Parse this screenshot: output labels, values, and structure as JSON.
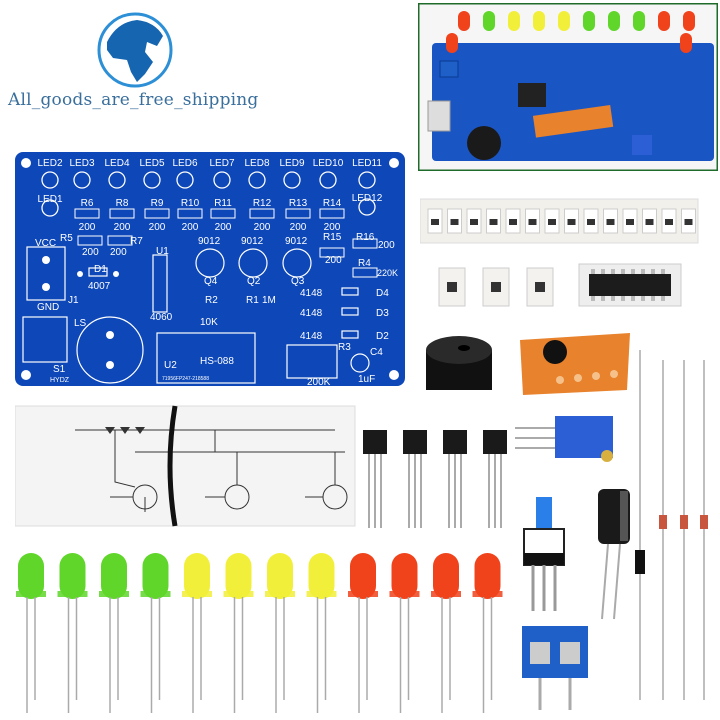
{
  "brand": {
    "logo": "globe-icon",
    "text": "All_goods_are_free_shipping",
    "color": "#1565b0"
  },
  "pcb": {
    "color": "#0d47b8",
    "led_labels": [
      "LED2",
      "LED3",
      "LED4",
      "LED5",
      "LED6",
      "LED7",
      "LED8",
      "LED9",
      "LED10",
      "LED11"
    ],
    "led1": "LED1",
    "led12": "LED12",
    "resistors_top": [
      "R6",
      "R8",
      "R9",
      "R10",
      "R11",
      "R12",
      "R13",
      "R14"
    ],
    "resistor_value": "200",
    "r5": "R5",
    "r7": "R7",
    "r15": "R15",
    "r16": "R16",
    "r4": "R4",
    "r4_value": "220K",
    "vcc": "VCC",
    "gnd": "GND",
    "j1": "J1",
    "d1": "D1",
    "d1_value": "4007",
    "u1": "U1",
    "u1_value": "4060",
    "transistor_value": "9012",
    "transistors": [
      "Q4",
      "Q2",
      "Q3"
    ],
    "r2": "R2",
    "r2_value": "10K",
    "r1": "R1",
    "r1_value": "1M",
    "diode_value": "4148",
    "diodes": [
      "D4",
      "D3",
      "D2"
    ],
    "ls": "LS",
    "s1": "S1",
    "hydz": "HYDZ",
    "u2": "U2",
    "u2_value": "HS-088",
    "u2_code": "71956FP247-218588",
    "r3": "R3",
    "r3_value": "200K",
    "c4": "C4",
    "c4_value": "1uF"
  },
  "colors": {
    "led_green": "#5fd629",
    "led_yellow": "#f2ef3a",
    "led_red": "#f0431c",
    "pcb_blue": "#0d47b8",
    "module_orange": "#e8822c",
    "terminal_blue": "#1f5fc8"
  },
  "loose_leds": [
    "green",
    "green",
    "green",
    "green",
    "yellow",
    "yellow",
    "yellow",
    "yellow",
    "red",
    "red",
    "red",
    "red"
  ]
}
